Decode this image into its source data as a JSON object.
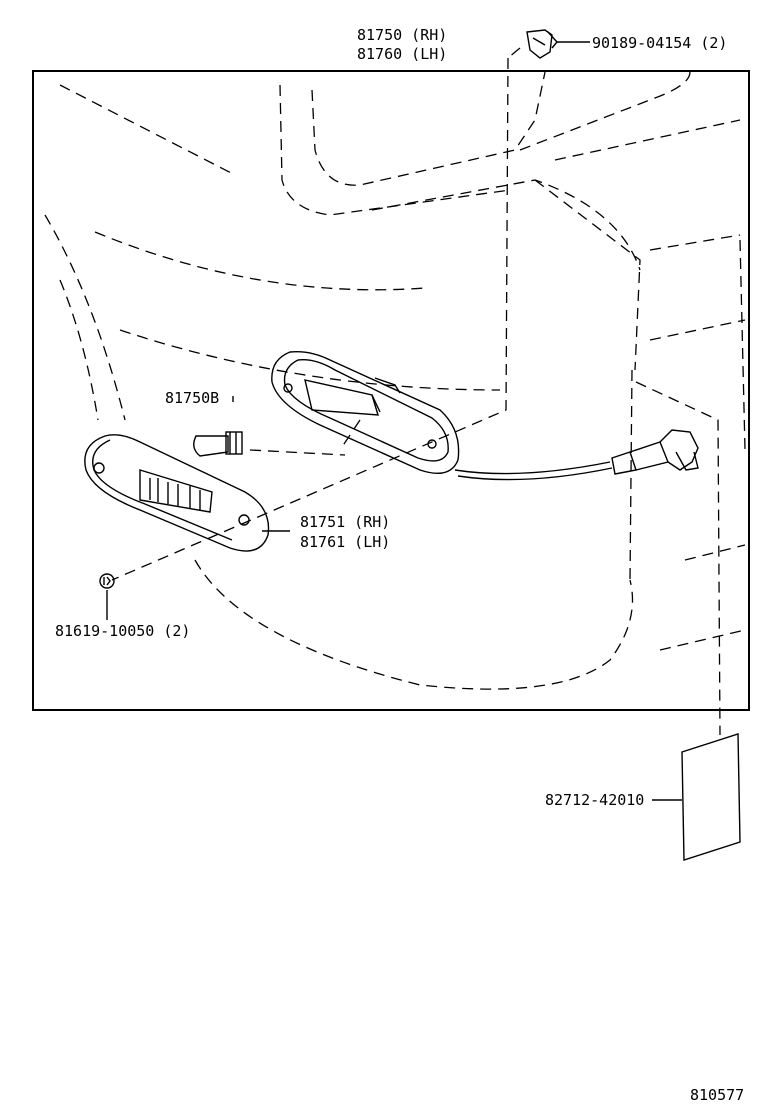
{
  "labels": {
    "housing_rh": "81750 (RH)",
    "housing_lh": "81760 (LH)",
    "clip": "90189-04154 (2)",
    "bulb": "81750B",
    "lens_rh": "81751 (RH)",
    "lens_lh": "81761 (LH)",
    "screw": "81619-10050 (2)",
    "label_plate": "82712-42010",
    "diagram_number": "810577"
  }
}
